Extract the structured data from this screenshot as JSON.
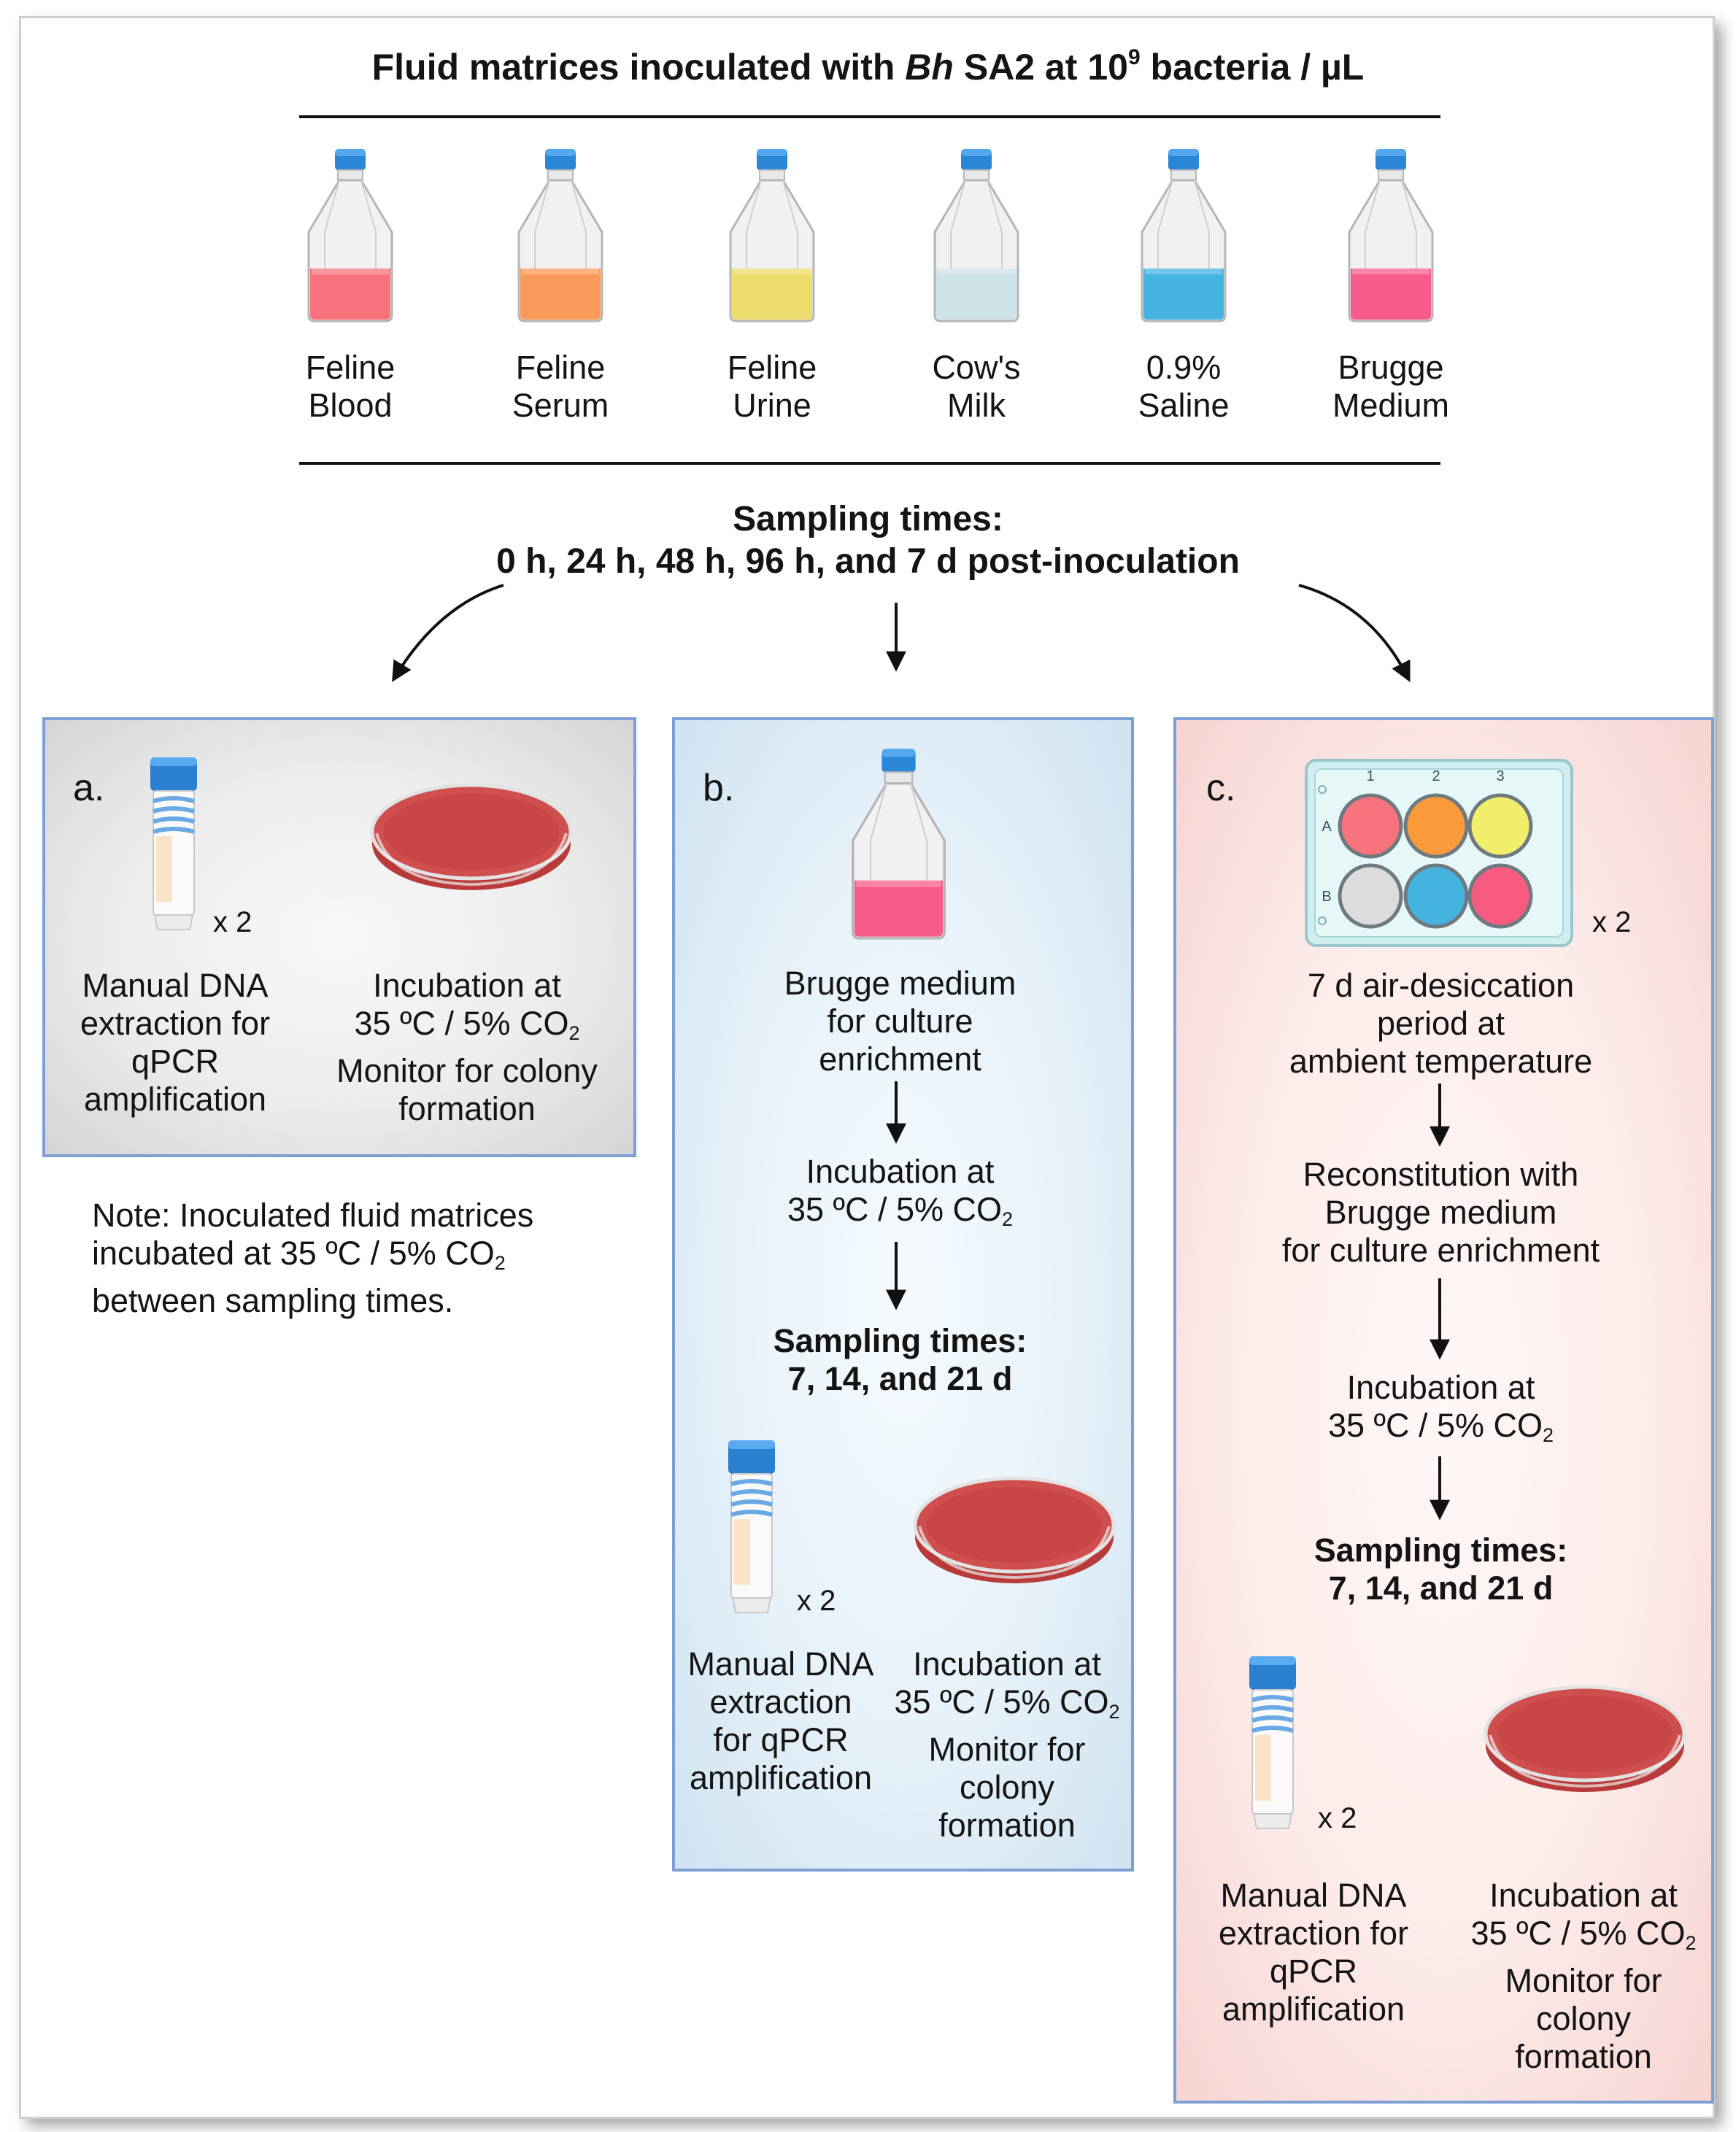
{
  "title": {
    "pre": "Fluid matrices inoculated with ",
    "italic": "Bh",
    "mid": " SA2 at 10",
    "sup": "9",
    "post": " bacteria / µL"
  },
  "matrices": [
    {
      "line1": "Feline",
      "line2": "Blood",
      "color": "#f8737c"
    },
    {
      "line1": "Feline",
      "line2": "Serum",
      "color": "#fa9a5a"
    },
    {
      "line1": "Feline",
      "line2": "Urine",
      "color": "#ecdc6c"
    },
    {
      "line1": "Cow's",
      "line2": "Milk",
      "color": "#cde3e8"
    },
    {
      "line1": "0.9%",
      "line2": "Saline",
      "color": "#45b3e0"
    },
    {
      "line1": "Brugge",
      "line2": "Medium",
      "color": "#f75c8a"
    }
  ],
  "sampling": {
    "line1": "Sampling times:",
    "line2": "0 h, 24 h, 48 h, 96 h, and 7 d post-inoculation"
  },
  "panel_a": {
    "letter": "a.",
    "x2": "x 2",
    "dna": [
      "Manual DNA",
      "extraction for",
      "qPCR",
      "amplification"
    ],
    "incubation_pre": "Incubation at",
    "temp": "35 ºC / 5% CO",
    "co_sub": "2",
    "monitor": [
      "Monitor for colony",
      "formation"
    ]
  },
  "note": {
    "line1": "Note: Inoculated fluid matrices",
    "line2_pre": "incubated at 35 ºC / 5% CO",
    "sub": "2",
    "line3": "between sampling times."
  },
  "panel_b": {
    "letter": "b.",
    "x2": "x 2",
    "brugge": [
      "Brugge medium",
      "for culture",
      "enrichment"
    ],
    "incubation_pre": "Incubation at",
    "temp": "35 ºC / 5% CO",
    "co_sub": "2",
    "sampling": [
      "Sampling times:",
      "7, 14, and 21 d"
    ],
    "dna": [
      "Manual DNA",
      "extraction",
      "for qPCR",
      "amplification"
    ],
    "inc2": "Incubation at",
    "monitor": [
      "Monitor for",
      "colony",
      "formation"
    ]
  },
  "panel_c": {
    "letter": "c.",
    "x2": "x 2",
    "plate_cols": [
      "1",
      "2",
      "3"
    ],
    "plate_rows": [
      "A",
      "B"
    ],
    "well_colors": [
      "#f8737c",
      "#fa9a3a",
      "#f1ee6e",
      "#dcdcdc",
      "#45b3e0",
      "#f75c80"
    ],
    "desiccation": [
      "7 d air-desiccation",
      "period at",
      "ambient temperature"
    ],
    "recon": [
      "Reconstitution with",
      "Brugge medium",
      "for culture enrichment"
    ],
    "incubation_pre": "Incubation at",
    "temp": "35 ºC / 5% CO",
    "co_sub": "2",
    "sampling": [
      "Sampling times:",
      "7, 14, and 21 d"
    ],
    "dna": [
      "Manual DNA",
      "extraction for",
      "qPCR",
      "amplification"
    ],
    "inc2": "Incubation at",
    "monitor": [
      "Monitor for",
      "colony",
      "formation"
    ]
  }
}
